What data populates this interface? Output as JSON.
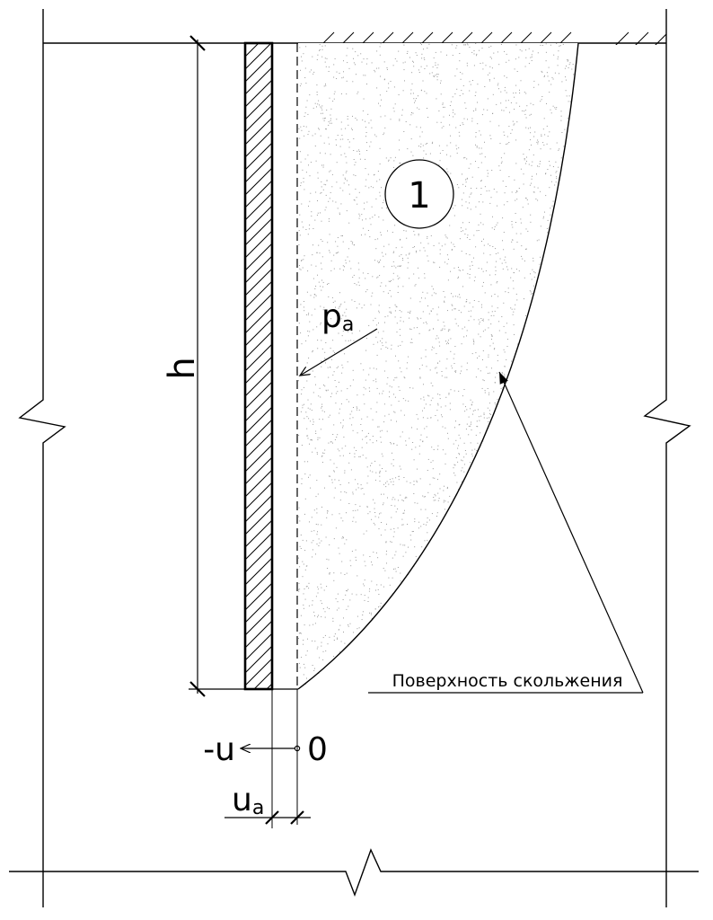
{
  "labels": {
    "zone_number": "1",
    "active_pressure": "p",
    "active_pressure_sub": "a",
    "wall_height": "h",
    "negative_displacement": "-u",
    "origin": "0",
    "displacement": "u",
    "displacement_sub": "a",
    "slip_surface": "Поверхность скольжения"
  },
  "colors": {
    "line": "#000000",
    "soil_stipple": "#9a9a9a",
    "background": "#ffffff"
  },
  "icons": {
    "break_mark": "zigzag-break-icon",
    "pressure_arrow": "arrow-icon",
    "hatching": "diagonal-hatch-pattern"
  }
}
